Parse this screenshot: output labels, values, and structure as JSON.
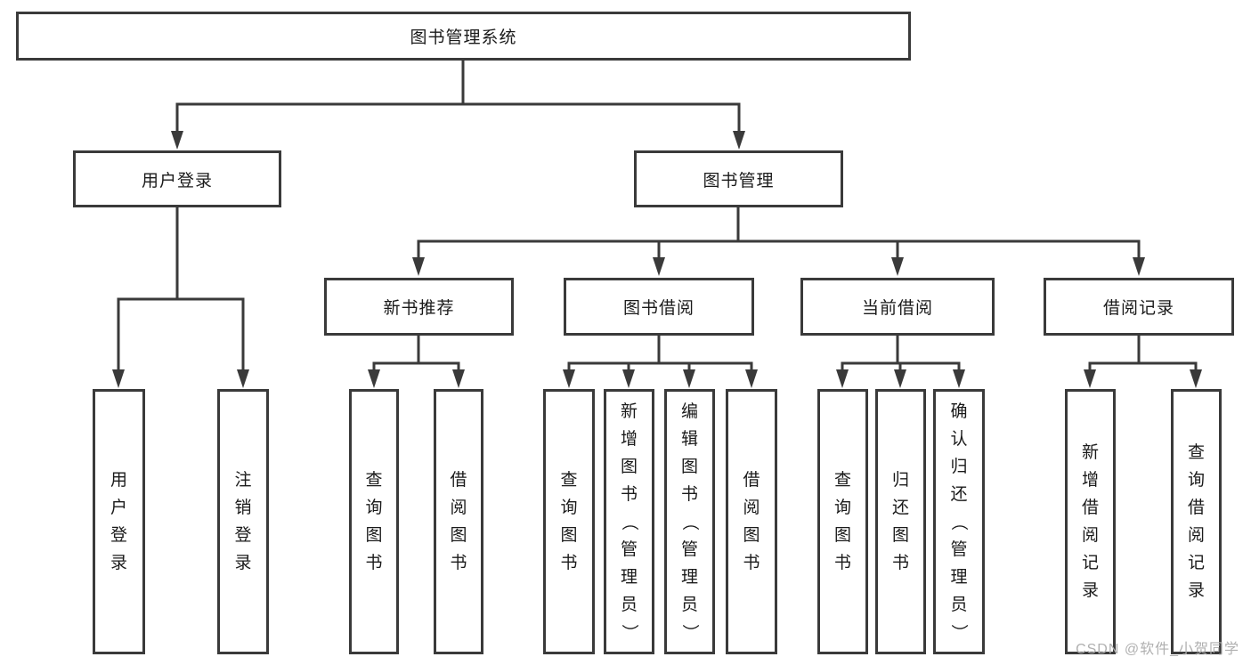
{
  "watermark": "CSDN @软件_小贺同学",
  "colors": {
    "line": "#3a3a3a",
    "text": "#1a1a1a",
    "background": "#ffffff",
    "watermark": "#b0b0b0"
  },
  "tree": {
    "root": {
      "label": "图书管理系统"
    },
    "branches": [
      {
        "label": "用户登录",
        "children": [
          {
            "label": "用户登录"
          },
          {
            "label": "注销登录"
          }
        ]
      },
      {
        "label": "图书管理",
        "sections": [
          {
            "label": "新书推荐",
            "children": [
              {
                "label": "查询图书"
              },
              {
                "label": "借阅图书"
              }
            ]
          },
          {
            "label": "图书借阅",
            "children": [
              {
                "label": "查询图书"
              },
              {
                "label": "新增图书（管理员）"
              },
              {
                "label": "编辑图书（管理员）"
              },
              {
                "label": "借阅图书"
              }
            ]
          },
          {
            "label": "当前借阅",
            "children": [
              {
                "label": "查询图书"
              },
              {
                "label": "归还图书"
              },
              {
                "label": "确认归还（管理员）"
              }
            ]
          },
          {
            "label": "借阅记录",
            "children": [
              {
                "label": "新增借阅记录"
              },
              {
                "label": "查询借阅记录"
              }
            ]
          }
        ]
      }
    ]
  }
}
